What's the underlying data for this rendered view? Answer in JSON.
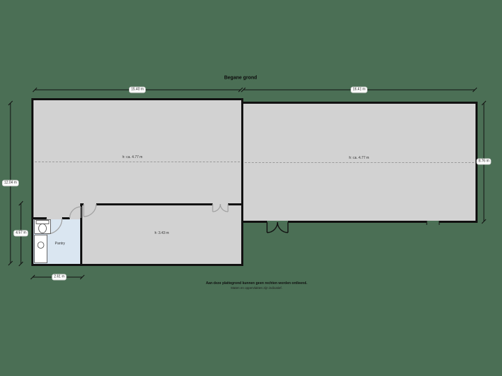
{
  "title": "Begane grond",
  "rooms": {
    "hall_left": {
      "label": "h: ca. 4.77 m"
    },
    "hall_right": {
      "label": "h: ca. 4.77 m"
    },
    "storage": {
      "label": "h: 3.43 m"
    },
    "pantry": {
      "label": "Pantry"
    }
  },
  "dimensions": {
    "top_left": "15.40 m",
    "top_right": "16.41 m",
    "left": "12.04 m",
    "right": "8.76 m",
    "left_small": "4.57 m",
    "bottom_small": "2.61 m"
  },
  "footer": {
    "line1": "Aan deze plattegrond kunnen geen rechten worden ontleend.",
    "line2": "Maten en oppervlaktes zijn indicatief."
  },
  "colors": {
    "background": "#4b6f55",
    "room_fill": "#d2d2d2",
    "pantry_fill": "#dae6f1",
    "wall": "#111111",
    "dashed_line": "#9a9a9a",
    "door_arc_interior": "#a0a0a0",
    "door_arc_exterior": "#111111"
  }
}
